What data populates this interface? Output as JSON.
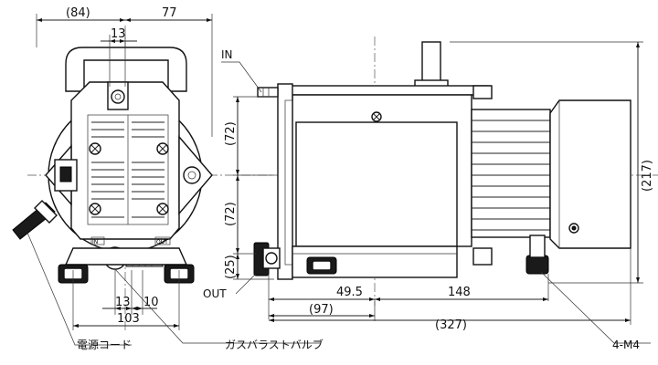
{
  "front_view": {
    "dim_width_ref": "(84)",
    "dim_width": "77",
    "dim_top_13": "13",
    "dim_bottom_13": "13",
    "dim_bottom_10": "10",
    "dim_base_width": "103",
    "label_in_small": "IN",
    "label_out_small": "OUT"
  },
  "side_view": {
    "label_in": "IN",
    "label_out": "OUT",
    "dim_upper_height": "(72)",
    "dim_lower_height": "(72)",
    "dim_base_height": "(25)",
    "dim_total_height": "(217)",
    "dim_49_5": "49.5",
    "dim_148": "148",
    "dim_97": "(97)",
    "dim_327": "(327)"
  },
  "callouts": {
    "power_cord": "電源コード",
    "gas_ballast_valve": "ガスバラストバルブ",
    "mount_holes": "4-M4"
  }
}
